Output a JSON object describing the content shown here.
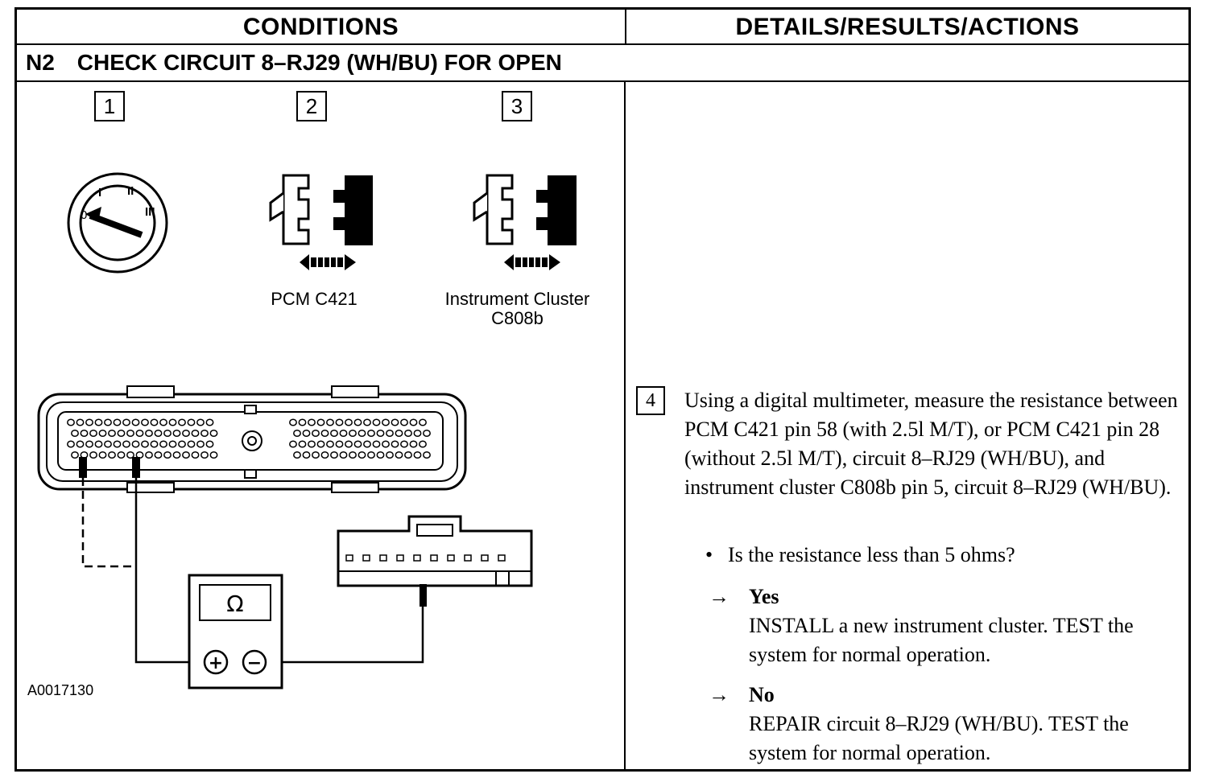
{
  "header": {
    "conditions": "CONDITIONS",
    "details": "DETAILS/RESULTS/ACTIONS"
  },
  "step": {
    "code": "N2",
    "title": "CHECK CIRCUIT 8–RJ29 (WH/BU) FOR OPEN"
  },
  "figure": {
    "step_numbers": [
      "1",
      "2",
      "3"
    ],
    "connector_1_label": "PCM C421",
    "connector_2_label_line1": "Instrument Cluster",
    "connector_2_label_line2": "C808b",
    "ignition_positions": [
      "0",
      "I",
      "II",
      "III"
    ],
    "meter_symbol": "Ω",
    "meter_plus": "+",
    "meter_minus": "−",
    "figure_id": "A0017130"
  },
  "details": {
    "step_number": "4",
    "instruction": "Using a digital multimeter, measure the resistance between PCM C421 pin 58 (with 2.5l M/T), or PCM C421 pin 28 (without 2.5l M/T), circuit 8–RJ29 (WH/BU), and instrument cluster C808b pin 5, circuit 8–RJ29 (WH/BU).",
    "question": "Is the resistance less than 5 ohms?",
    "yes_label": "Yes",
    "yes_action": "INSTALL a new instrument cluster. TEST the system for normal operation.",
    "no_label": "No",
    "no_action": "REPAIR circuit 8–RJ29 (WH/BU). TEST the system for normal operation."
  }
}
